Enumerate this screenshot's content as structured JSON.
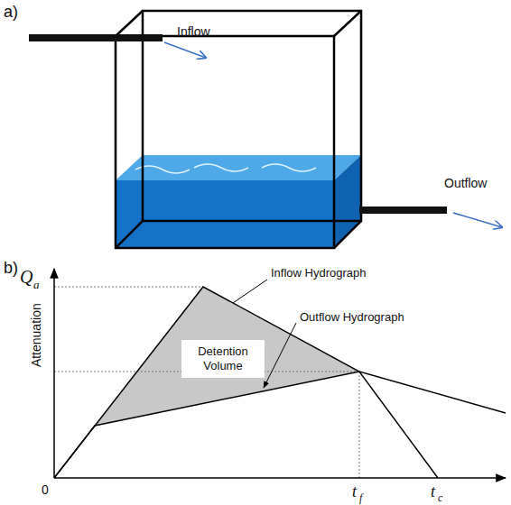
{
  "diagram": {
    "nodes": [
      {
        "text": [
          "Detention Volume"
        ]
      }
    ],
    "labels": [
      "a)",
      "Inflow",
      "Outflow",
      "b)",
      "Q",
      "a",
      "Attenuation",
      "Inflow Hydrograph",
      "Outflow Hydrograph",
      "0",
      "t",
      "f",
      "t",
      "c"
    ]
  }
}
